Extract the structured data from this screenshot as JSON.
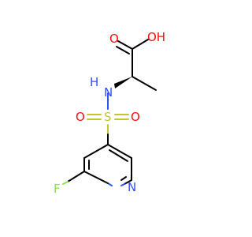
{
  "molecule": {
    "stereo": "S",
    "colors": {
      "carbon_bond": "#000000",
      "oxygen": "#ff0d0d",
      "nitrogen": "#3050f8",
      "sulfur": "#c6c62c",
      "fluorine": "#90e050"
    },
    "atoms": {
      "o_hydroxyl": "OH",
      "o_carbonyl": "O",
      "n_amine": "N",
      "n_amine_h": "H",
      "s_sulfonyl": "S",
      "o_sulfonyl_left": "O",
      "o_sulfonyl_right": "O",
      "n_pyridine": "N",
      "f": "F"
    }
  }
}
